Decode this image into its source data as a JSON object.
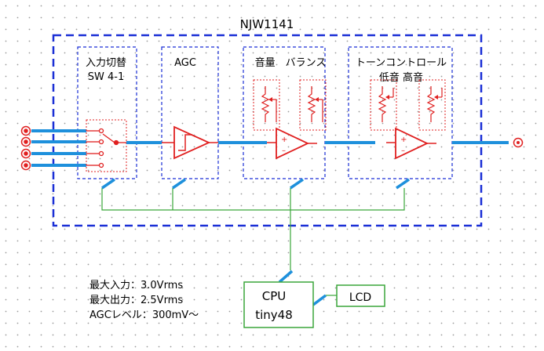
{
  "chip": {
    "name": "NJW1141"
  },
  "blocks": {
    "input_select": {
      "line1": "入力切替",
      "line2": "SW 4-1"
    },
    "agc": {
      "label": "AGC"
    },
    "volume": {
      "label": "音量　バランス"
    },
    "tone": {
      "line1": "トーンコントロール",
      "line2": "低音  高音"
    }
  },
  "cpu": {
    "line1": "CPU",
    "line2": "tiny48"
  },
  "lcd": {
    "label": "LCD"
  },
  "specs": [
    "最大入力：3.0Vrms",
    "最大出力：2.5Vrms",
    "AGCレベル：300mV～"
  ],
  "colors": {
    "signal": "#1e90dc",
    "block_border": "#1a2fd6",
    "component": "#e02020",
    "control_bus": "#3aa63a"
  }
}
